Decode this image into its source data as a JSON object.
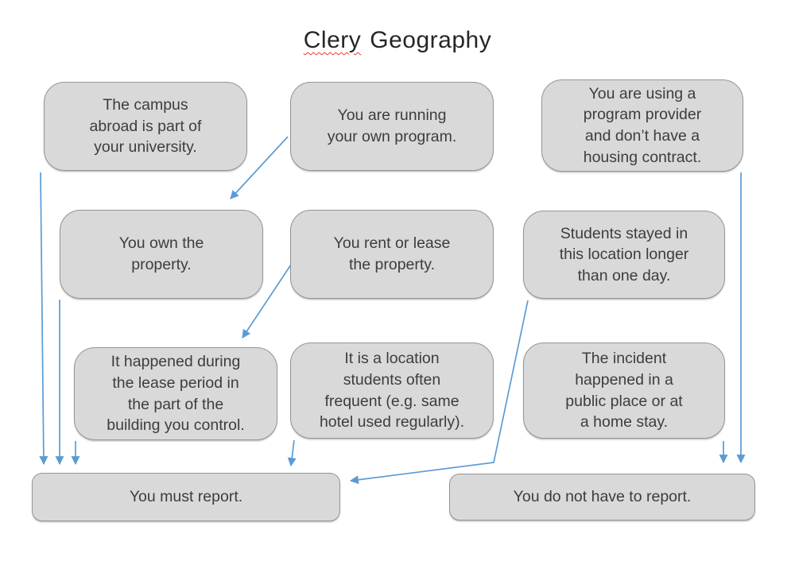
{
  "title": {
    "misspelled_word": "Clery",
    "rest_word": "Geography"
  },
  "colors": {
    "box_fill": "#d9d9d9",
    "box_border": "#949494",
    "arrow": "#5b9bd5",
    "title_text": "#262626",
    "box_text": "#3d3d3d",
    "spellcheck_underline": "#e8392e",
    "background": "#ffffff"
  },
  "nodes": {
    "campus_abroad": "The campus abroad is part of your university.",
    "own_program": "You are running your own program.",
    "program_provider": "You are using a program provider and don’t have a housing contract.",
    "own_property": "You own the property.",
    "rent_lease": "You rent or lease the property.",
    "stayed_longer": "Students stayed in this location longer than one day.",
    "lease_period": "It happened during the lease period in the part of the building you control.",
    "frequent_location": "It is a location students often frequent (e.g. same hotel used regularly).",
    "public_place": "The incident happened in a public place or at a home stay.",
    "must_report": "You must report.",
    "no_report": "You do not have to report."
  },
  "edges": [
    {
      "from": "campus_abroad",
      "to": "must_report"
    },
    {
      "from": "own_program",
      "to": "own_property"
    },
    {
      "from": "own_property",
      "to": "must_report"
    },
    {
      "from": "rent_lease",
      "to": "lease_period"
    },
    {
      "from": "lease_period",
      "to": "must_report"
    },
    {
      "from": "frequent_location",
      "to": "must_report"
    },
    {
      "from": "stayed_longer",
      "to": "must_report"
    },
    {
      "from": "program_provider",
      "to": "no_report"
    },
    {
      "from": "public_place",
      "to": "no_report"
    }
  ]
}
